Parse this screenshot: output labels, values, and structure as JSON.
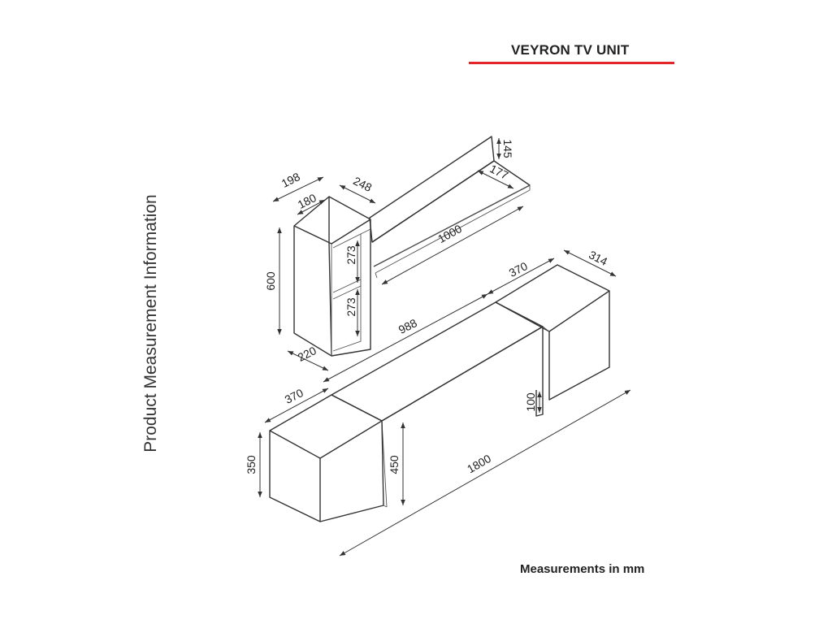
{
  "header": {
    "title": "VEYRON TV UNIT"
  },
  "side_label": "Product Measurement Information",
  "footer": {
    "units_note": "Measurements in mm"
  },
  "dimensions": {
    "shelf_height": "145",
    "shelf_depth": "177",
    "shelf_length": "1000",
    "shelf_mount": "248",
    "cabinet_width_outer": "198",
    "cabinet_width_inner": "180",
    "cabinet_height": "600",
    "compartment_top": "273",
    "compartment_bottom": "273",
    "cabinet_depth": "220",
    "unit_depth": "314",
    "right_module_length": "370",
    "middle_module_length": "988",
    "left_module_length": "370",
    "leg_height": "100",
    "left_module_height": "350",
    "center_height": "450",
    "total_length": "1800"
  },
  "colors": {
    "accent_rule": "#e3262a",
    "line": "#333333"
  }
}
